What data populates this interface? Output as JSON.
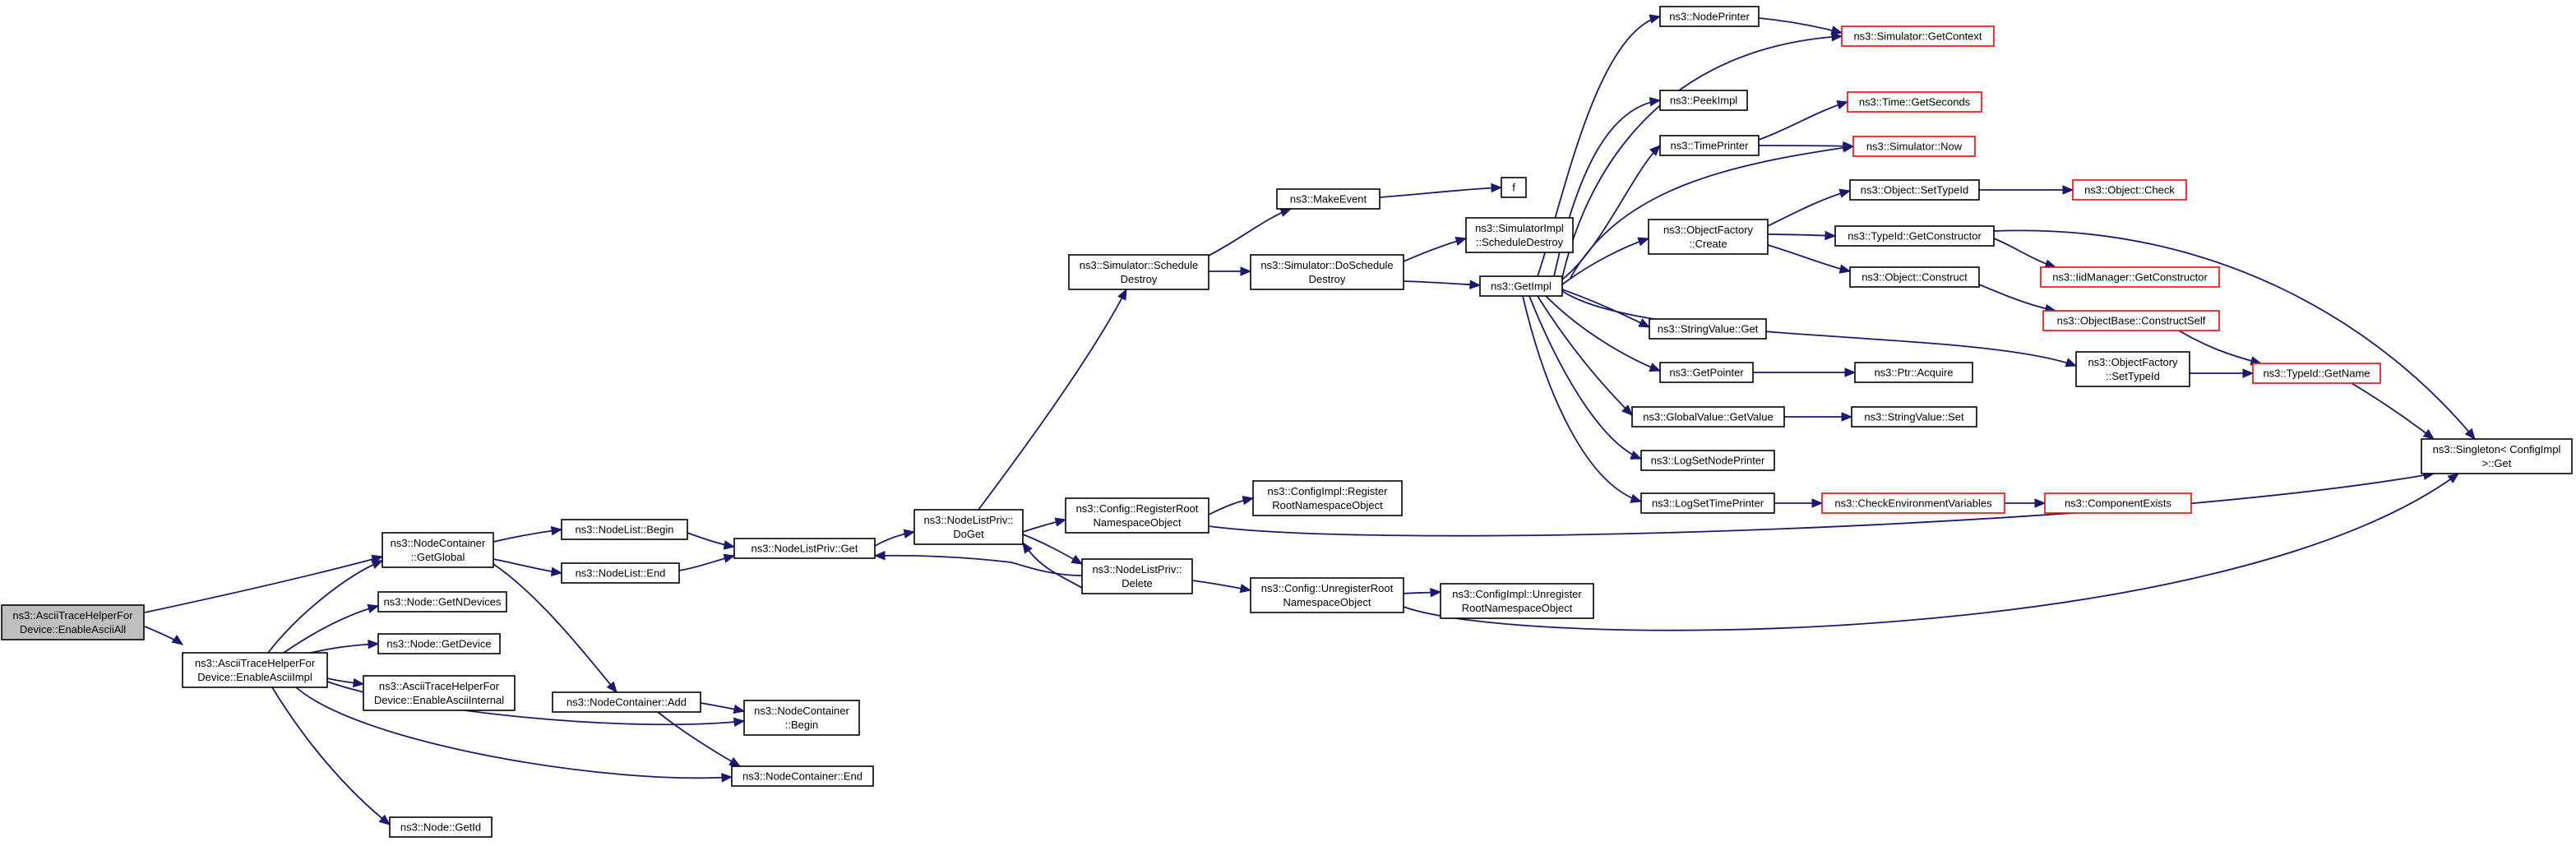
{
  "colors": {
    "edge": "#191970",
    "border_black": "#000000",
    "border_red": "#ff0000",
    "root_fill": "#bfbfbf",
    "node_fill": "#ffffff"
  },
  "nodes": [
    {
      "id": "root",
      "lines": [
        "ns3::AsciiTraceHelperFor",
        "Device::EnableAsciiAll"
      ],
      "style": "root"
    },
    {
      "id": "impl",
      "lines": [
        "ns3::AsciiTraceHelperFor",
        "Device::EnableAsciiImpl"
      ],
      "style": "black"
    },
    {
      "id": "ncGetGlobal",
      "lines": [
        "ns3::NodeContainer",
        "::GetGlobal"
      ],
      "style": "black"
    },
    {
      "id": "nodeGetNDevices",
      "lines": [
        "ns3::Node::GetNDevices"
      ],
      "style": "black"
    },
    {
      "id": "nodeGetDevice",
      "lines": [
        "ns3::Node::GetDevice"
      ],
      "style": "black"
    },
    {
      "id": "enableInternal",
      "lines": [
        "ns3::AsciiTraceHelperFor",
        "Device::EnableAsciiInternal"
      ],
      "style": "black"
    },
    {
      "id": "nodeGetId",
      "lines": [
        "ns3::Node::GetId"
      ],
      "style": "black"
    },
    {
      "id": "nlBegin",
      "lines": [
        "ns3::NodeList::Begin"
      ],
      "style": "black"
    },
    {
      "id": "nlEnd",
      "lines": [
        "ns3::NodeList::End"
      ],
      "style": "black"
    },
    {
      "id": "ncAdd",
      "lines": [
        "ns3::NodeContainer::Add"
      ],
      "style": "black"
    },
    {
      "id": "nlpGet",
      "lines": [
        "ns3::NodeListPriv::Get"
      ],
      "style": "black"
    },
    {
      "id": "ncBegin",
      "lines": [
        "ns3::NodeContainer",
        "::Begin"
      ],
      "style": "black"
    },
    {
      "id": "ncEnd",
      "lines": [
        "ns3::NodeContainer::End"
      ],
      "style": "black"
    },
    {
      "id": "doGet",
      "lines": [
        "ns3::NodeListPriv::",
        "DoGet"
      ],
      "style": "black"
    },
    {
      "id": "schedDestroy",
      "lines": [
        "ns3::Simulator::Schedule",
        "Destroy"
      ],
      "style": "black"
    },
    {
      "id": "cfgRegister",
      "lines": [
        "ns3::Config::RegisterRoot",
        "NamespaceObject"
      ],
      "style": "black"
    },
    {
      "id": "nlpDelete",
      "lines": [
        "ns3::NodeListPriv::",
        "Delete"
      ],
      "style": "black"
    },
    {
      "id": "makeEvent",
      "lines": [
        "ns3::MakeEvent"
      ],
      "style": "black"
    },
    {
      "id": "doSchedDestroy",
      "lines": [
        "ns3::Simulator::DoSchedule",
        "Destroy"
      ],
      "style": "black"
    },
    {
      "id": "cfgImplRegister",
      "lines": [
        "ns3::ConfigImpl::Register",
        "RootNamespaceObject"
      ],
      "style": "black"
    },
    {
      "id": "cfgUnregister",
      "lines": [
        "ns3::Config::UnregisterRoot",
        "NamespaceObject"
      ],
      "style": "black"
    },
    {
      "id": "f",
      "lines": [
        "f"
      ],
      "style": "black"
    },
    {
      "id": "simImplSched",
      "lines": [
        "ns3::SimulatorImpl",
        "::ScheduleDestroy"
      ],
      "style": "black"
    },
    {
      "id": "getImpl",
      "lines": [
        "ns3::GetImpl"
      ],
      "style": "black"
    },
    {
      "id": "cfgImplUnregister",
      "lines": [
        "ns3::ConfigImpl::Unregister",
        "RootNamespaceObject"
      ],
      "style": "black"
    },
    {
      "id": "nodePrinter",
      "lines": [
        "ns3::NodePrinter"
      ],
      "style": "black"
    },
    {
      "id": "peekImpl",
      "lines": [
        "ns3::PeekImpl"
      ],
      "style": "black"
    },
    {
      "id": "timePrinter",
      "lines": [
        "ns3::TimePrinter"
      ],
      "style": "black"
    },
    {
      "id": "ofCreate",
      "lines": [
        "ns3::ObjectFactory",
        "::Create"
      ],
      "style": "black"
    },
    {
      "id": "svGet",
      "lines": [
        "ns3::StringValue::Get"
      ],
      "style": "black"
    },
    {
      "id": "getPointer",
      "lines": [
        "ns3::GetPointer"
      ],
      "style": "black"
    },
    {
      "id": "gvGetValue",
      "lines": [
        "ns3::GlobalValue::GetValue"
      ],
      "style": "black"
    },
    {
      "id": "logSetNodePrinter",
      "lines": [
        "ns3::LogSetNodePrinter"
      ],
      "style": "black"
    },
    {
      "id": "logSetTimePrinter",
      "lines": [
        "ns3::LogSetTimePrinter"
      ],
      "style": "black"
    },
    {
      "id": "simGetContext",
      "lines": [
        "ns3::Simulator::GetContext"
      ],
      "style": "red"
    },
    {
      "id": "timeGetSeconds",
      "lines": [
        "ns3::Time::GetSeconds"
      ],
      "style": "red"
    },
    {
      "id": "simNow",
      "lines": [
        "ns3::Simulator::Now"
      ],
      "style": "red"
    },
    {
      "id": "objSetTypeId",
      "lines": [
        "ns3::Object::SetTypeId"
      ],
      "style": "black"
    },
    {
      "id": "tidGetConstructor",
      "lines": [
        "ns3::TypeId::GetConstructor"
      ],
      "style": "black"
    },
    {
      "id": "objConstruct",
      "lines": [
        "ns3::Object::Construct"
      ],
      "style": "black"
    },
    {
      "id": "ptrAcquire",
      "lines": [
        "ns3::Ptr::Acquire"
      ],
      "style": "black"
    },
    {
      "id": "svSet",
      "lines": [
        "ns3::StringValue::Set"
      ],
      "style": "black"
    },
    {
      "id": "checkEnv",
      "lines": [
        "ns3::CheckEnvironmentVariables"
      ],
      "style": "red"
    },
    {
      "id": "objCheck",
      "lines": [
        "ns3::Object::Check"
      ],
      "style": "red"
    },
    {
      "id": "iidMgrGetCtor",
      "lines": [
        "ns3::IidManager::GetConstructor"
      ],
      "style": "red"
    },
    {
      "id": "obConstructSelf",
      "lines": [
        "ns3::ObjectBase::ConstructSelf"
      ],
      "style": "red"
    },
    {
      "id": "ofSetTypeId",
      "lines": [
        "ns3::ObjectFactory",
        "::SetTypeId"
      ],
      "style": "black"
    },
    {
      "id": "tidGetName",
      "lines": [
        "ns3::TypeId::GetName"
      ],
      "style": "red"
    },
    {
      "id": "componentExists",
      "lines": [
        "ns3::ComponentExists"
      ],
      "style": "red"
    },
    {
      "id": "singletonGet",
      "lines": [
        "ns3::Singleton< ConfigImpl",
        " >::Get"
      ],
      "style": "black"
    }
  ]
}
